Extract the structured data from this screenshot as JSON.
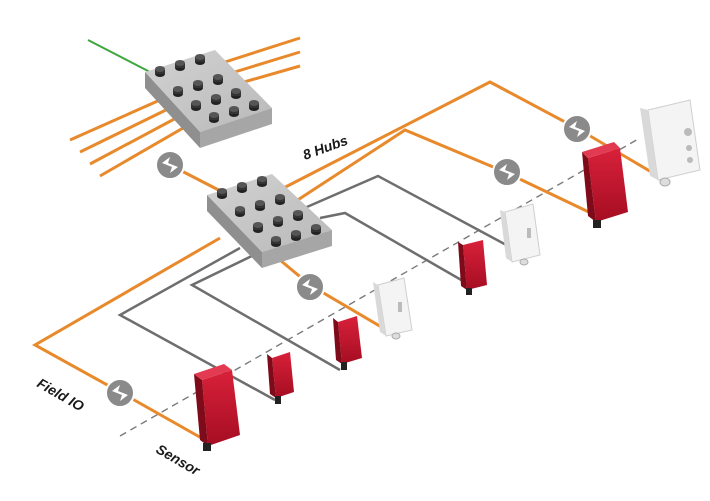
{
  "labels": {
    "hubs": "8 Hubs",
    "field_io": "Field IO",
    "sensor": "Sensor"
  },
  "colors": {
    "cable_orange": "#e8892b",
    "cable_gray": "#6e6e6e",
    "ethernet_green": "#3ea63e",
    "hub_gray": "#b4b4b4",
    "sensor_red": "#c8102e",
    "sensor_white": "#f2f2f2"
  },
  "icons": {
    "signal": "signal-converter-icon",
    "hub": "io-hub-block",
    "sensor": "photoelectric-sensor"
  }
}
